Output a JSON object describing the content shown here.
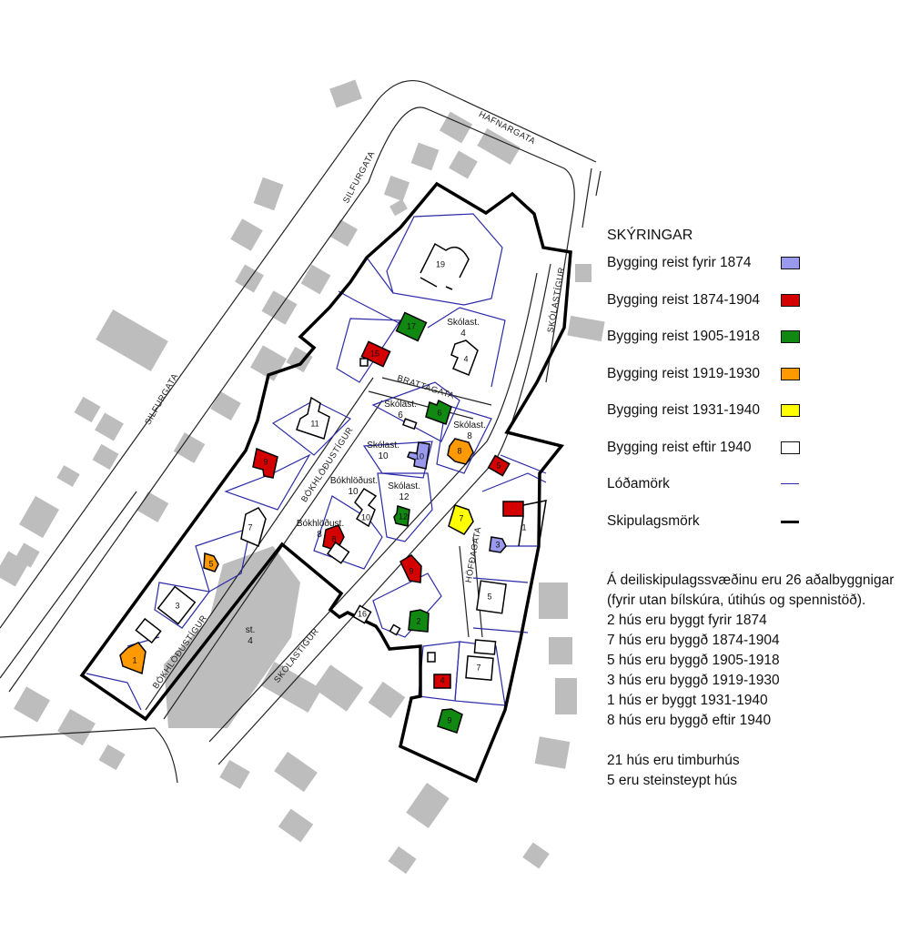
{
  "legend": {
    "title": "SKÝRINGAR",
    "items": [
      {
        "label": "Bygging reist fyrir 1874",
        "color": "#9999ee"
      },
      {
        "label": "Bygging reist 1874-1904",
        "color": "#d40000"
      },
      {
        "label": "Bygging reist 1905-1918",
        "color": "#118811"
      },
      {
        "label": "Bygging reist 1919-1930",
        "color": "#ff9900"
      },
      {
        "label": "Bygging reist 1931-1940",
        "color": "#ffff00"
      },
      {
        "label": "Bygging reist eftir 1940",
        "color": "#ffffff"
      },
      {
        "label": "Lóðamörk",
        "color": "#2b2ba8"
      },
      {
        "label": "Skipulagsmörk",
        "color": "#000000"
      }
    ]
  },
  "summary": {
    "lines": [
      "Á deiliskipulagssvæðinu eru 26 aðalbyggnigar",
      "(fyrir utan bílskúra, útihús og spennistöð).",
      "2 hús eru byggt fyrir 1874",
      "7 hús eru byggð 1874-1904",
      "5 hús eru byggð 1905-1918",
      "3 hús eru byggð 1919-1930",
      "1 hús er byggt 1931-1940",
      "8 hús eru byggð eftir 1940",
      "",
      "21 hús eru timburhús",
      "5 eru steinsteypt hús"
    ]
  },
  "streets": {
    "hafnargata": "HAFNARGATA",
    "silfurgata_top": "SILFURGATA",
    "silfurgata_left": "SILFURGATA",
    "skolastigur_top": "SKÓLASTÍGUR",
    "skolastigur_bottom": "SKÓLASTÍGUR",
    "brattagata": "BRATTAGATA",
    "bokhlodustigur_top": "BÓKHLÖÐUSTÍGUR",
    "bokhlodustigur_bottom": "BÓKHLÖÐUSTÍGUR",
    "hofdagata": "HÖFÐAGATA"
  },
  "lot_labels": {
    "skolast4": [
      "Skólast.",
      "4"
    ],
    "skolast6": [
      "Skólast.",
      "6"
    ],
    "skolast8": [
      "Skólast.",
      "8"
    ],
    "skolast10": [
      "Skólast.",
      "10"
    ],
    "skolast12": [
      "Skólast.",
      "12"
    ],
    "bokhl10": [
      "Bókhlöðust.",
      "10"
    ],
    "bokhl8": [
      "Bókhlöðust.",
      "8"
    ],
    "partial4": [
      "st.",
      "4"
    ]
  },
  "buildings": [
    {
      "number": "19",
      "period": "eftir 1940"
    },
    {
      "number": "17",
      "period": "1905-1918"
    },
    {
      "number": "15",
      "period": "1874-1904"
    },
    {
      "number": "4",
      "period": "eftir 1940"
    },
    {
      "number": "11",
      "period": "eftir 1940"
    },
    {
      "number": "6",
      "period": "1905-1918"
    },
    {
      "number": "8",
      "period": "1919-1930"
    },
    {
      "number": "10",
      "period": "fyrir 1874"
    },
    {
      "number": "5",
      "period": "1874-1904"
    },
    {
      "number": "9",
      "period": "1874-1904"
    },
    {
      "number": "10",
      "period": "eftir 1940"
    },
    {
      "number": "12",
      "period": "1905-1918"
    },
    {
      "number": "7",
      "period": "1931-1940"
    },
    {
      "number": "1",
      "period": "1874-1904"
    },
    {
      "number": "3",
      "period": "fyrir 1874"
    },
    {
      "number": "7",
      "period": "eftir 1940"
    },
    {
      "number": "8",
      "period": "1874-1904"
    },
    {
      "number": "5",
      "period": "1919-1930"
    },
    {
      "number": "9",
      "period": "1874-1904"
    },
    {
      "number": "5",
      "period": "eftir 1940"
    },
    {
      "number": "3",
      "period": "eftir 1940"
    },
    {
      "number": "16",
      "period": "eftir 1940"
    },
    {
      "number": "2",
      "period": "1905-1918"
    },
    {
      "number": "1",
      "period": "1919-1930"
    },
    {
      "number": "4",
      "period": "1874-1904"
    },
    {
      "number": "7",
      "period": "eftir 1940"
    },
    {
      "number": "9",
      "period": "1905-1918"
    }
  ]
}
